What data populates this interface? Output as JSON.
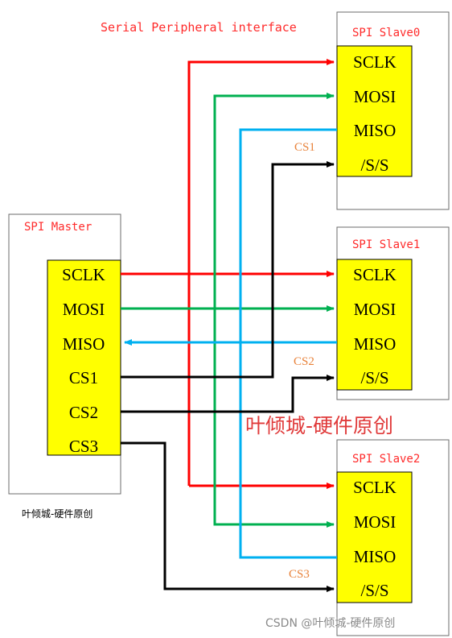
{
  "title": "Serial Peripheral interface",
  "master": {
    "title": "SPI Master",
    "pins": [
      "SCLK",
      "MOSI",
      "MISO",
      "CS1",
      "CS2",
      "CS3"
    ]
  },
  "slaves": [
    {
      "title": "SPI Slave0",
      "pins": [
        "SCLK",
        "MOSI",
        "MISO",
        "/S/S"
      ],
      "cs_label": "CS1"
    },
    {
      "title": "SPI Slave1",
      "pins": [
        "SCLK",
        "MOSI",
        "MISO",
        "/S/S"
      ],
      "cs_label": "CS2"
    },
    {
      "title": "SPI Slave2",
      "pins": [
        "SCLK",
        "MOSI",
        "MISO",
        "/S/S"
      ],
      "cs_label": "CS3"
    }
  ],
  "watermarks": {
    "overlay": "叶倾城-硬件原创",
    "under_master": "叶倾城-硬件原创",
    "footer": "CSDN @叶倾城-硬件原创"
  },
  "colors": {
    "sclk": "#ff0000",
    "mosi": "#00b050",
    "miso": "#00b0f0",
    "cs": "#000000",
    "pin_box": "#ffff00",
    "title": "#ff2a2a",
    "cs_label": "#e8823a"
  }
}
